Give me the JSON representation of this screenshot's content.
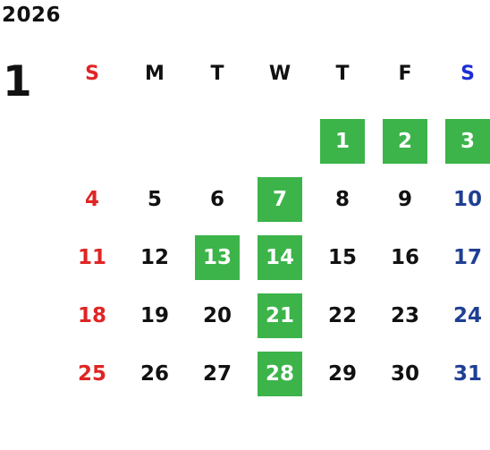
{
  "calendar": {
    "year": "2026",
    "month": "1",
    "weekdays": [
      "S",
      "M",
      "T",
      "W",
      "T",
      "F",
      "S"
    ],
    "weeks": [
      [
        {
          "d": ""
        },
        {
          "d": ""
        },
        {
          "d": ""
        },
        {
          "d": ""
        },
        {
          "d": "1",
          "hl": true
        },
        {
          "d": "2",
          "hl": true
        },
        {
          "d": "3",
          "hl": true
        }
      ],
      [
        {
          "d": "4"
        },
        {
          "d": "5"
        },
        {
          "d": "6"
        },
        {
          "d": "7",
          "hl": true
        },
        {
          "d": "8"
        },
        {
          "d": "9"
        },
        {
          "d": "10"
        }
      ],
      [
        {
          "d": "11"
        },
        {
          "d": "12"
        },
        {
          "d": "13",
          "hl": true
        },
        {
          "d": "14",
          "hl": true
        },
        {
          "d": "15"
        },
        {
          "d": "16"
        },
        {
          "d": "17"
        }
      ],
      [
        {
          "d": "18"
        },
        {
          "d": "19"
        },
        {
          "d": "20"
        },
        {
          "d": "21",
          "hl": true
        },
        {
          "d": "22"
        },
        {
          "d": "23"
        },
        {
          "d": "24"
        }
      ],
      [
        {
          "d": "25"
        },
        {
          "d": "26"
        },
        {
          "d": "27"
        },
        {
          "d": "28",
          "hl": true
        },
        {
          "d": "29"
        },
        {
          "d": "30"
        },
        {
          "d": "31"
        }
      ]
    ]
  },
  "colors": {
    "highlight": "#3cb44a",
    "sunday": "#e02424",
    "saturday": "#1f3f93",
    "saturday_header": "#1d2fd4",
    "text": "#111111"
  }
}
